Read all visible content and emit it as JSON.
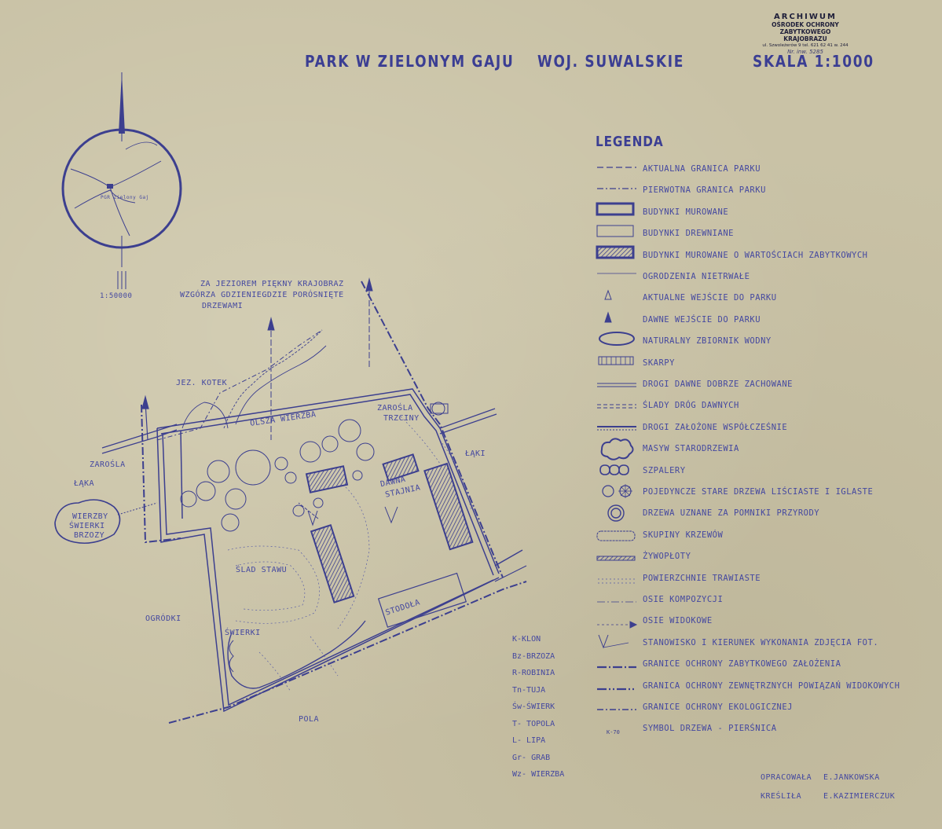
{
  "title": {
    "main": "PARK W ZIELONYM GAJU",
    "region": "WOJ. SUWALSKIE",
    "scale": "SKALA 1:1000"
  },
  "stamp": {
    "line1": "ARCHIWUM",
    "line2": "OŚRODEK OCHRONY",
    "line3": "ZABYTKOWEGO KRAJOBRAZU",
    "line4": "ul. Szwoleżerów 9 tel. 621 62 41 w. 244",
    "line5": "Nr. inw. 5285"
  },
  "locator": {
    "scale": "1:50000",
    "labels": [
      "PGR Zielony Gaj"
    ]
  },
  "legend": {
    "title": "LEGENDA",
    "items": [
      {
        "symbol": "dash-line",
        "label": "AKTUALNA GRANICA PARKU"
      },
      {
        "symbol": "dash-dot-line",
        "label": "PIERWOTNA GRANICA PARKU"
      },
      {
        "symbol": "thick-rect",
        "label": "BUDYNKI MUROWANE"
      },
      {
        "symbol": "thin-rect",
        "label": "BUDYNKI DREWNIANE"
      },
      {
        "symbol": "hatched-rect",
        "label": "BUDYNKI MUROWANE O WARTOŚCIACH ZABYTKOWYCH"
      },
      {
        "symbol": "thin-line",
        "label": "OGRODZENIA NIETRWAŁE"
      },
      {
        "symbol": "open-arrow",
        "label": "AKTUALNE WEJŚCIE DO PARKU"
      },
      {
        "symbol": "solid-arrow",
        "label": "DAWNE WEJŚCIE DO PARKU"
      },
      {
        "symbol": "pond",
        "label": "NATURALNY ZBIORNIK WODNY"
      },
      {
        "symbol": "scarp",
        "label": "SKARPY"
      },
      {
        "symbol": "double-line",
        "label": "DROGI DAWNE DOBRZE ZACHOWANE"
      },
      {
        "symbol": "dashed-double",
        "label": "ŚLADY DRÓG DAWNYCH"
      },
      {
        "symbol": "road-modern",
        "label": "DROGI ZAŁOŻONE WSPÓŁCZEŚNIE"
      },
      {
        "symbol": "tree-mass",
        "label": "MASYW STARODRZEWIA"
      },
      {
        "symbol": "hedgerow",
        "label": "SZPALERY"
      },
      {
        "symbol": "single-trees",
        "label": "POJEDYNCZE STARE DRZEWA LIŚCIASTE I IGLASTE"
      },
      {
        "symbol": "monument-tree",
        "label": "DRZEWA UZNANE ZA POMNIKI PRZYRODY"
      },
      {
        "symbol": "shrubs",
        "label": "SKUPINY KRZEWÓW"
      },
      {
        "symbol": "hedge",
        "label": "ŻYWOPŁOTY"
      },
      {
        "symbol": "grass",
        "label": "POWIERZCHNIE TRAWIASTE"
      },
      {
        "symbol": "axis-comp",
        "label": "OSIE KOMPOZYCJI"
      },
      {
        "symbol": "axis-view",
        "label": "OSIE WIDOKOWE"
      },
      {
        "symbol": "photo",
        "label": "STANOWISKO I KIERUNEK WYKONANIA ZDJĘCIA FOT."
      },
      {
        "symbol": "border-heritage",
        "label": "GRANICE OCHRONY ZABYTKOWEGO ZAŁOŻENIA"
      },
      {
        "symbol": "border-views",
        "label": "GRANICA OCHRONY ZEWNĘTRZNYCH POWIĄZAŃ WIDOKOWYCH"
      },
      {
        "symbol": "border-eco",
        "label": "GRANICE OCHRONY EKOLOGICZNEJ"
      },
      {
        "symbol": "tree-symbol",
        "label": "SYMBOL DRZEWA - PIERŚNICA"
      }
    ]
  },
  "map_labels": {
    "view_note_1": "ZA JEZIOREM PIĘKNY KRAJOBRAZ",
    "view_note_2": "WZGÓRZA GDZIENIEGDZIE PORÓSNIĘTE",
    "view_note_3": "DRZEWAMI",
    "lake": "JEZ. KOTEK",
    "thickets_w": "ZAROŚLA",
    "meadow_w": "ŁĄKA",
    "willows_1": "WIERZBY",
    "willows_2": "ŚWIERKI",
    "willows_3": "BRZOZY",
    "alder": "OLSZA WIERZBA",
    "thickets_ne_1": "ZAROŚLA",
    "thickets_ne_2": "TRZCINY",
    "meadows_e": "ŁĄKI",
    "stables_1": "DAWNA",
    "stables_2": "STAJNIA",
    "pond_trace": "ŚLAD STAWU",
    "barn": "STODOŁA",
    "gardens": "OGRÓDKI",
    "spruces": "ŚWIERKI",
    "fields": "POLA"
  },
  "species_key": [
    "K-KLON",
    "Bz-BRZOZA",
    "R-ROBINIA",
    "Tn-TUJA",
    "Św-ŚWIERK",
    "T- TOPOLA",
    "L- LIPA",
    "Gr- GRAB",
    "Wz- WIERZBA"
  ],
  "credits": {
    "prepared_label": "OPRACOWAŁA",
    "prepared_by": "E.JANKOWSKA",
    "drawn_label": "KREŚLIŁA",
    "drawn_by": "E.KAZIMIERCZUK"
  },
  "colors": {
    "paper": "#c9c2a6",
    "ink": "#3c3f8f",
    "stamp_ink": "#1f1f3a"
  }
}
